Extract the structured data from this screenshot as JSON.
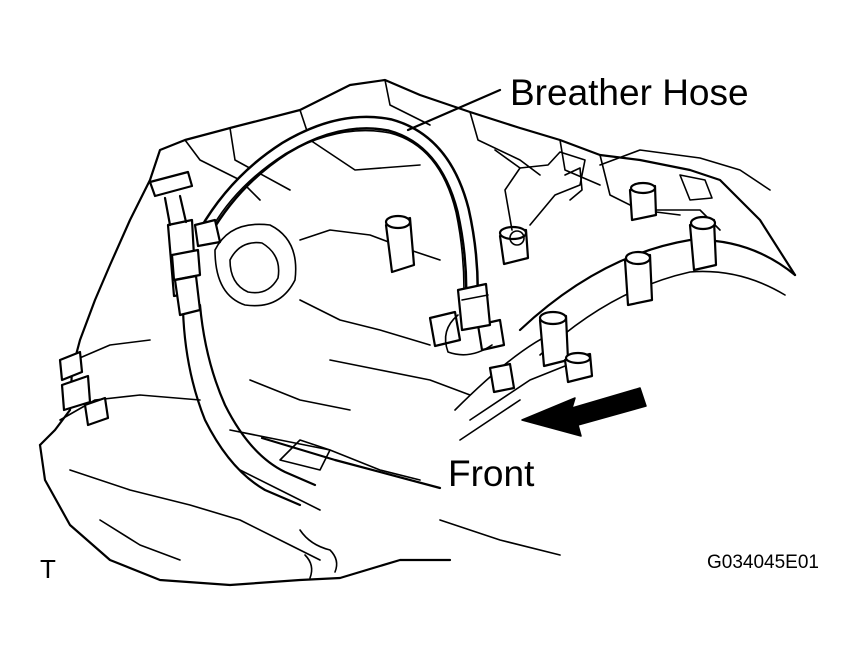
{
  "labels": {
    "breather_hose": "Breather Hose",
    "front": "Front",
    "corner_mark": "T",
    "figure_id": "G034045E01"
  },
  "colors": {
    "ink": "#000000",
    "background": "#ffffff"
  }
}
